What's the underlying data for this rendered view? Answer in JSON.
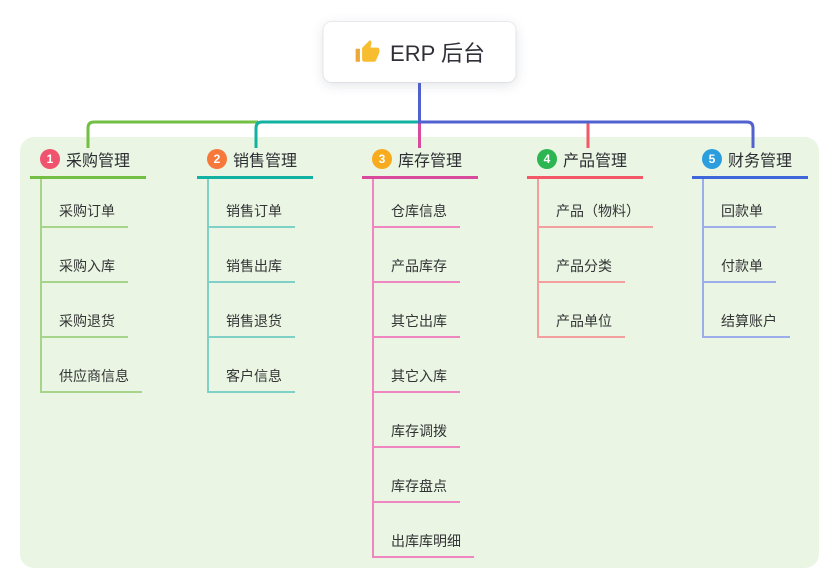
{
  "root": {
    "label": "ERP 后台",
    "icon": "thumbs-up-icon"
  },
  "colors": {
    "root_line": "#5162d0",
    "panel_bg": "#eaf6e3",
    "root_bg": "#ffffff",
    "root_text": "#2f3038",
    "thumb_main": "#f8bd2f",
    "thumb_cuff": "#eda83a"
  },
  "branches": [
    {
      "badge": "1",
      "label": "采购管理",
      "line_color": "#72bf44",
      "child_line_color": "#a5d48a",
      "badge_color": "#f0536d",
      "children": [
        "采购订单",
        "采购入库",
        "采购退货",
        "供应商信息"
      ]
    },
    {
      "badge": "2",
      "label": "销售管理",
      "line_color": "#12b2a2",
      "child_line_color": "#7fd1c7",
      "badge_color": "#f6793b",
      "children": [
        "销售订单",
        "销售出库",
        "销售退货",
        "客户信息"
      ]
    },
    {
      "badge": "3",
      "label": "库存管理",
      "line_color": "#d84a9b",
      "child_line_color": "#ef86c1",
      "badge_color": "#f8ab1f",
      "children": [
        "仓库信息",
        "产品库存",
        "其它出库",
        "其它入库",
        "库存调拨",
        "库存盘点",
        "出库库明细"
      ]
    },
    {
      "badge": "4",
      "label": "产品管理",
      "line_color": "#f25866",
      "child_line_color": "#f49e9e",
      "badge_color": "#2cb551",
      "children": [
        "产品（物料）",
        "产品分类",
        "产品单位"
      ]
    },
    {
      "badge": "5",
      "label": "财务管理",
      "line_color": "#3f66da",
      "child_line_color": "#9cadea",
      "badge_color": "#2c9ede",
      "children": [
        "回款单",
        "付款单",
        "结算账户"
      ]
    }
  ]
}
